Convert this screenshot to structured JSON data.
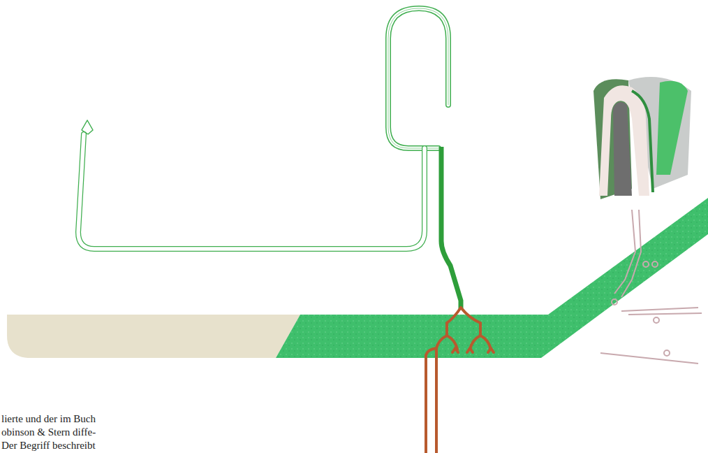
{
  "diagram": {
    "labels": [
      "lierte und der im Buch",
      "obinson & Stern diffe-",
      "Der Begriff beschreibt"
    ]
  }
}
